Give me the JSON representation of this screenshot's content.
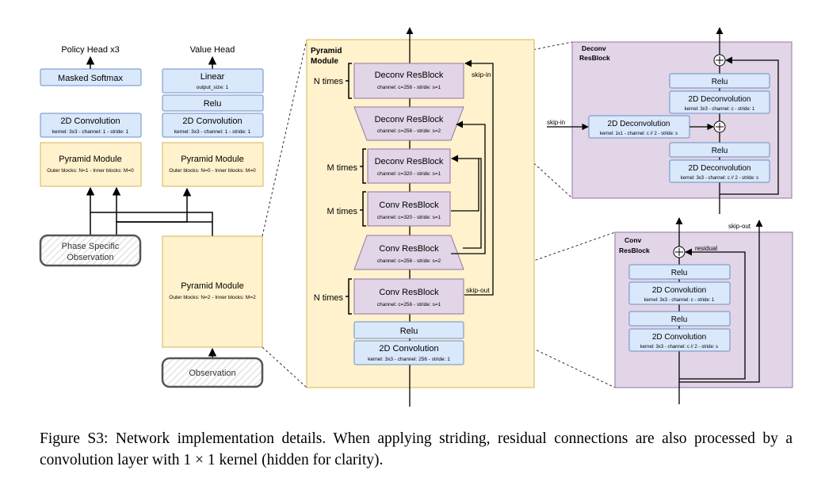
{
  "left": {
    "policy_head": "Policy Head x3",
    "value_head": "Value Head",
    "masked_softmax": "Masked Softmax",
    "linear": "Linear",
    "linear_sub": "output_size: 1",
    "relu": "Relu",
    "conv_policy": "2D Convolution",
    "conv_policy_sub": "kernel: 3x3 - channel: 1 - stride: 1",
    "conv_value": "2D Convolution",
    "conv_value_sub": "kernel: 3x3 - channel: 1 - stride: 1",
    "pyr_policy": "Pyramid Module",
    "pyr_policy_sub": "Outer blocks: N=1 - Inner blocks: M=0",
    "pyr_value": "Pyramid Module",
    "pyr_value_sub": "Outer blocks: N=0 - Inner blocks: M=0",
    "phase_line1": "Phase Specific",
    "phase_line2": "Observation",
    "pyr_main": "Pyramid Module",
    "pyr_main_sub": "Outer blocks: N=2 - Inner blocks: M=2",
    "observation": "Observation"
  },
  "pyramid": {
    "title_line1": "Pyramid",
    "title_line2": "Module",
    "deconv_top": "Deconv ResBlock",
    "deconv_top_sub": "channel: c=256 - stride: s=1",
    "deconv_trap": "Deconv ResBlock",
    "deconv_trap_sub": "channel: c=256 - stride: s=2",
    "deconv_inner": "Deconv ResBlock",
    "deconv_inner_sub": "channel: c=320 - stride: s=1",
    "conv_inner": "Conv ResBlock",
    "conv_inner_sub": "channel: c=320 - stride: s=1",
    "conv_trap": "Conv ResBlock",
    "conv_trap_sub": "channel: c=256 - stride: s=2",
    "conv_bottom": "Conv ResBlock",
    "conv_bottom_sub": "channel: c=256 - stride: s=1",
    "relu": "Relu",
    "conv2d": "2D Convolution",
    "conv2d_sub": "kernel: 3x3 - channel: 256 - stride: 1",
    "n_times_top": "N times",
    "m_times_top": "M times",
    "m_times_bottom": "M times",
    "n_times_bottom": "N times",
    "skip_in": "skip-in",
    "skip_out": "skip-out"
  },
  "deconv_detail": {
    "title_line1": "Deconv",
    "title_line2": "ResBlock",
    "relu_top": "Relu",
    "deconv_a": "2D Deconvolution",
    "deconv_a_sub": "kernel: 3x3 - channel: c - stride: 1",
    "deconv_skip": "2D Deconvolution",
    "deconv_skip_sub": "kernel: 1x1 - channel: c // 2 - stride: s",
    "relu_bottom": "Relu",
    "deconv_b": "2D Deconvolution",
    "deconv_b_sub": "kernel: 3x3 - channel: c // 2 - stride: s",
    "skip_in": "skip-in"
  },
  "conv_detail": {
    "title_line1": "Conv",
    "title_line2": "ResBlock",
    "residual": "residual",
    "skip_out": "skip-out",
    "relu_top": "Relu",
    "conv_a": "2D Convolution",
    "conv_a_sub": "kernel: 3x3 - channel: c - stride: 1",
    "relu_bottom": "Relu",
    "conv_b": "2D Convolution",
    "conv_b_sub": "kernel: 3x3 - channel: c // 2 - stride: s"
  },
  "caption": "Figure S3: Network implementation details. When applying striding, residual connections are also processed by a convolution layer with 1 × 1 kernel (hidden for clarity).",
  "colors": {
    "blue_fill": "#dae8fc",
    "blue_stroke": "#6c8ebf",
    "yellow_fill": "#fff2cc",
    "yellow_stroke": "#d6b656",
    "purple_fill": "#e1d5e7",
    "purple_stroke": "#9673a6",
    "gray_stroke": "#666666"
  }
}
